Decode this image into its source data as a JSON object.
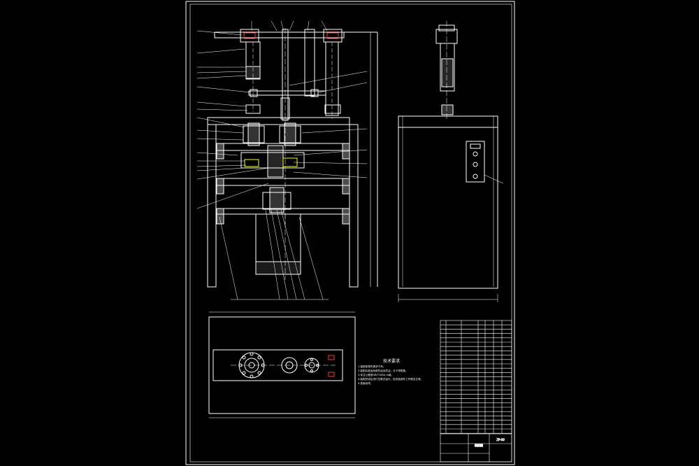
{
  "drawing": {
    "background": "#000000",
    "line_color": "#ffffff",
    "accent_color": "#ffff00",
    "notes_title": "技术要求",
    "notes": [
      "1.装配前零件清洗干净。",
      "2.装配后各运动部件运动灵活，无卡滞现象。",
      "3.未注公差按GB/T1804-m级。",
      "4.装配完成后进行空载试运行，检查各部件工作是否正常。",
      "5.表面涂漆。"
    ],
    "title_block": {
      "drawing_name": "装配图",
      "drawing_no": "ZP-00"
    },
    "controls": {
      "display_icon": "display-panel-icon",
      "knob_icon": "knob-icon"
    }
  }
}
